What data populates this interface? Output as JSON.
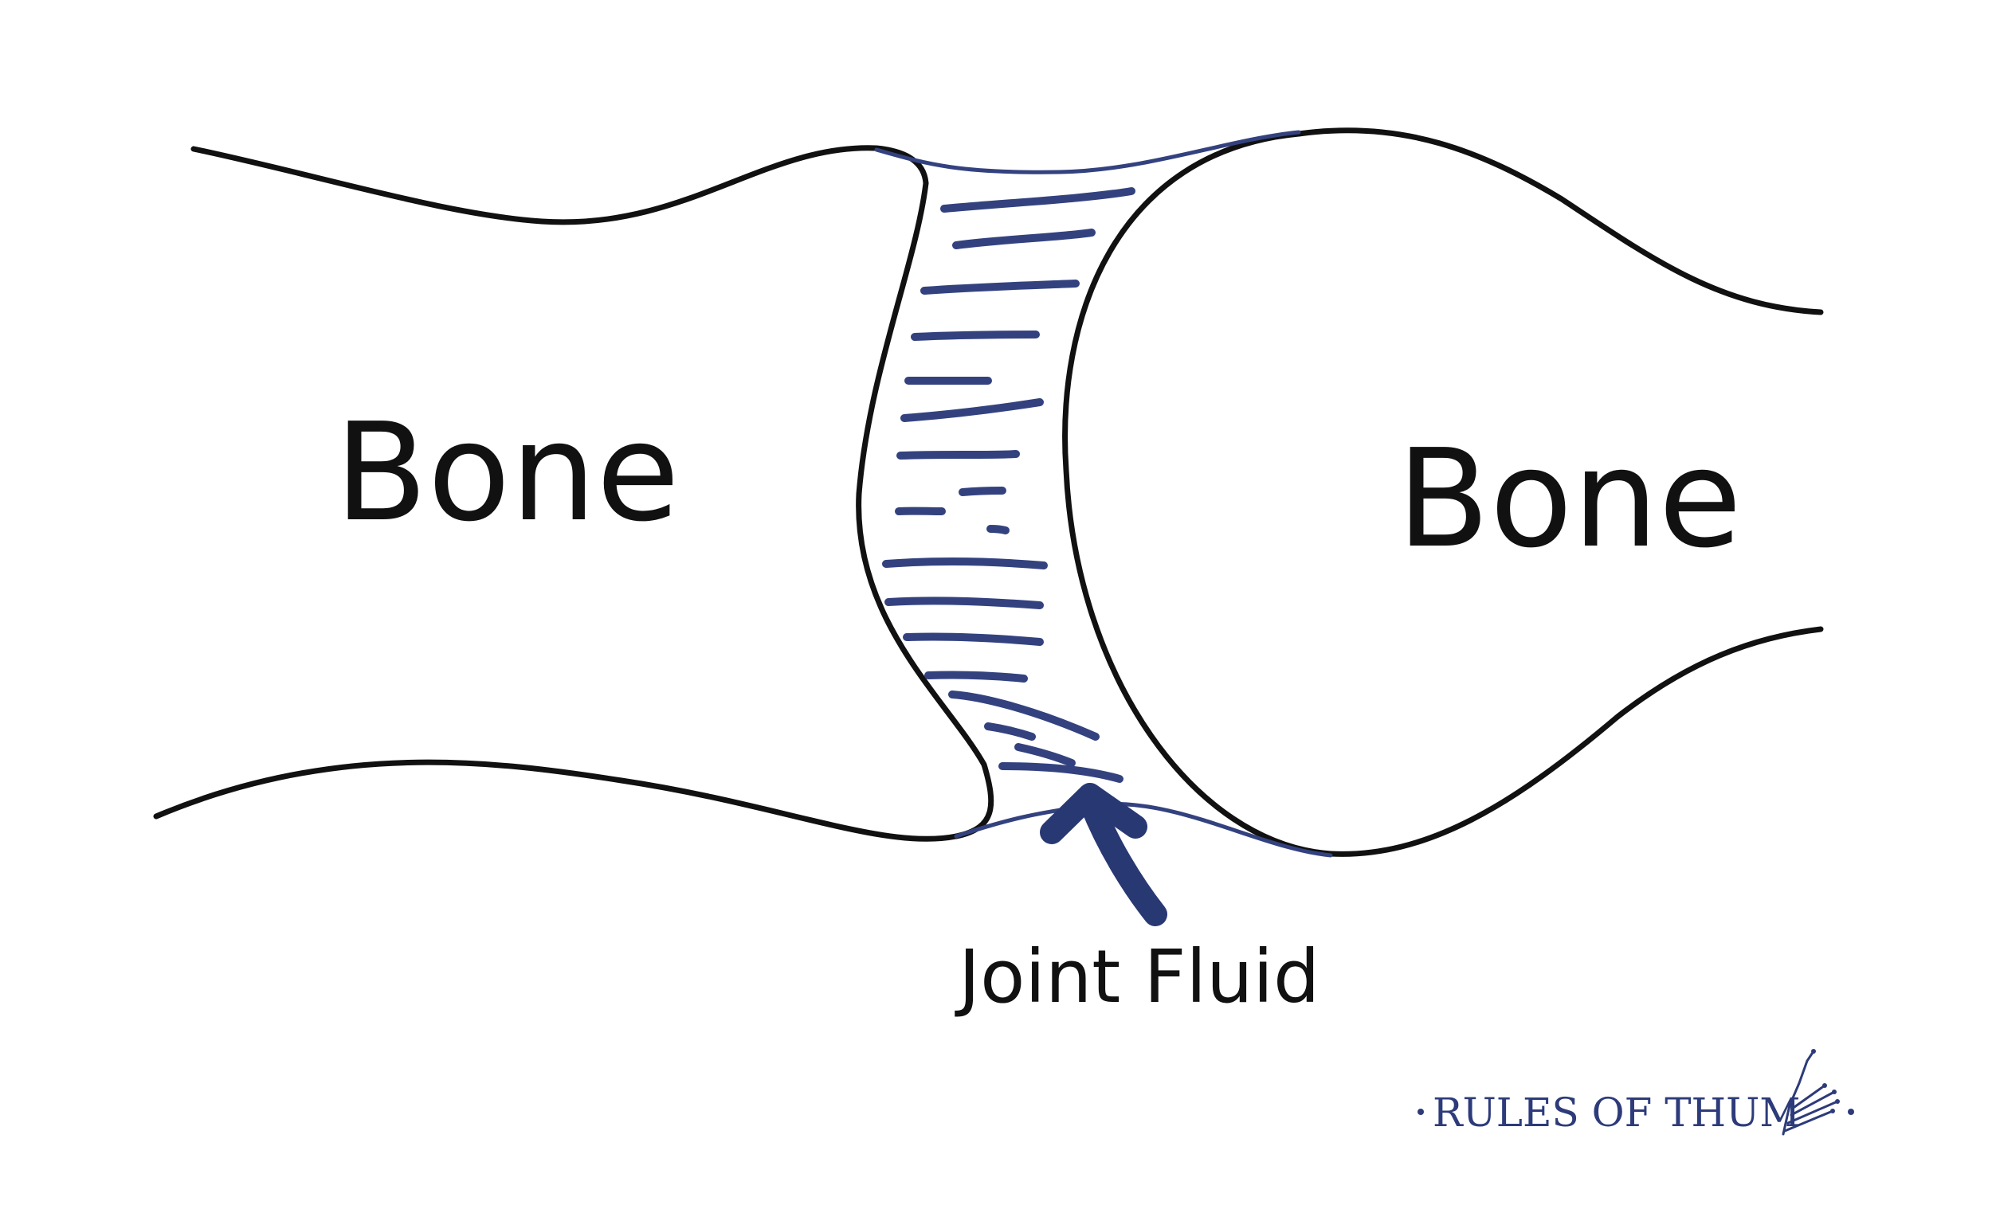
{
  "labels": {
    "left_bone": "Bone",
    "right_bone": "Bone",
    "joint_fluid": "Joint Fluid"
  },
  "brand": {
    "text": "RULES OF THUM",
    "icon": "hand-skeleton-icon"
  },
  "colors": {
    "outline": "#111111",
    "fluid": "#33427f",
    "brand": "#2d3b7a"
  }
}
